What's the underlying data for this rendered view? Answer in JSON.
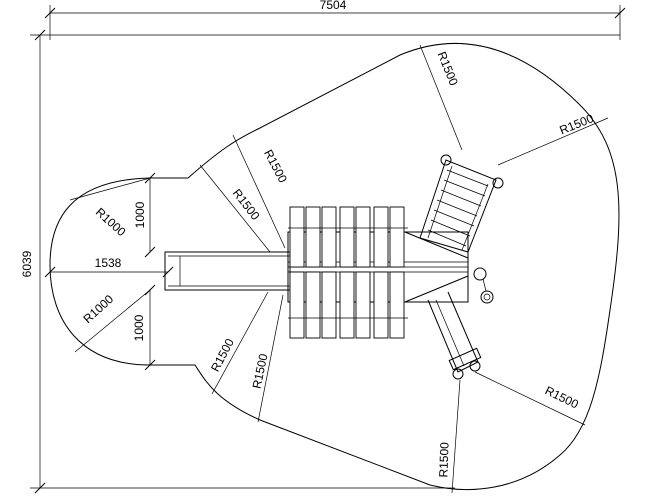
{
  "dimensions": {
    "overall_width": "7504",
    "overall_height": "6039",
    "slide_offset": "1538",
    "radius_1000_a": "R1000",
    "radius_1000_b": "R1000",
    "width_1000_top": "1000",
    "width_1000_bottom": "1000",
    "radius_1500_top_right": "R1500",
    "radius_1500_right": "R1500",
    "radius_1500_upper_left_a": "R1500",
    "radius_1500_upper_left_b": "R1500",
    "radius_1500_lower_left_a": "R1500",
    "radius_1500_lower_left_b": "R1500",
    "radius_1500_lower_right": "R1500",
    "radius_1500_bottom": "R1500"
  },
  "colors": {
    "line": "#000000",
    "background": "#ffffff"
  }
}
